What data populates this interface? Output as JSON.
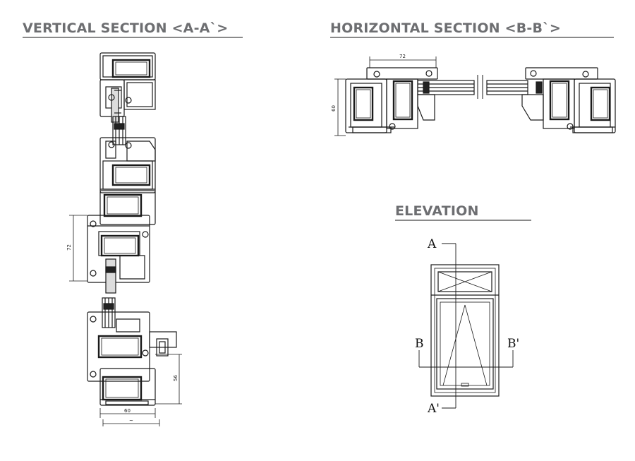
{
  "sections": {
    "vertical": {
      "title": "VERTICAL SECTION <A-A`>"
    },
    "horizontal": {
      "title": "HORIZONTAL SECTION <B-B`>"
    },
    "elevation": {
      "title": "ELEVATION"
    }
  },
  "dimensions": {
    "vertical_72": "72",
    "vertical_56": "56",
    "vertical_60": "60",
    "vertical_bottom": "~",
    "horizontal_72": "72",
    "horizontal_60": "60"
  },
  "elevation_labels": {
    "a_top": "A",
    "a_bottom": "A'",
    "b_left": "B",
    "b_right": "B'"
  },
  "colors": {
    "title": "#6d6e71",
    "line": "#1a1a1a",
    "background": "#ffffff"
  }
}
